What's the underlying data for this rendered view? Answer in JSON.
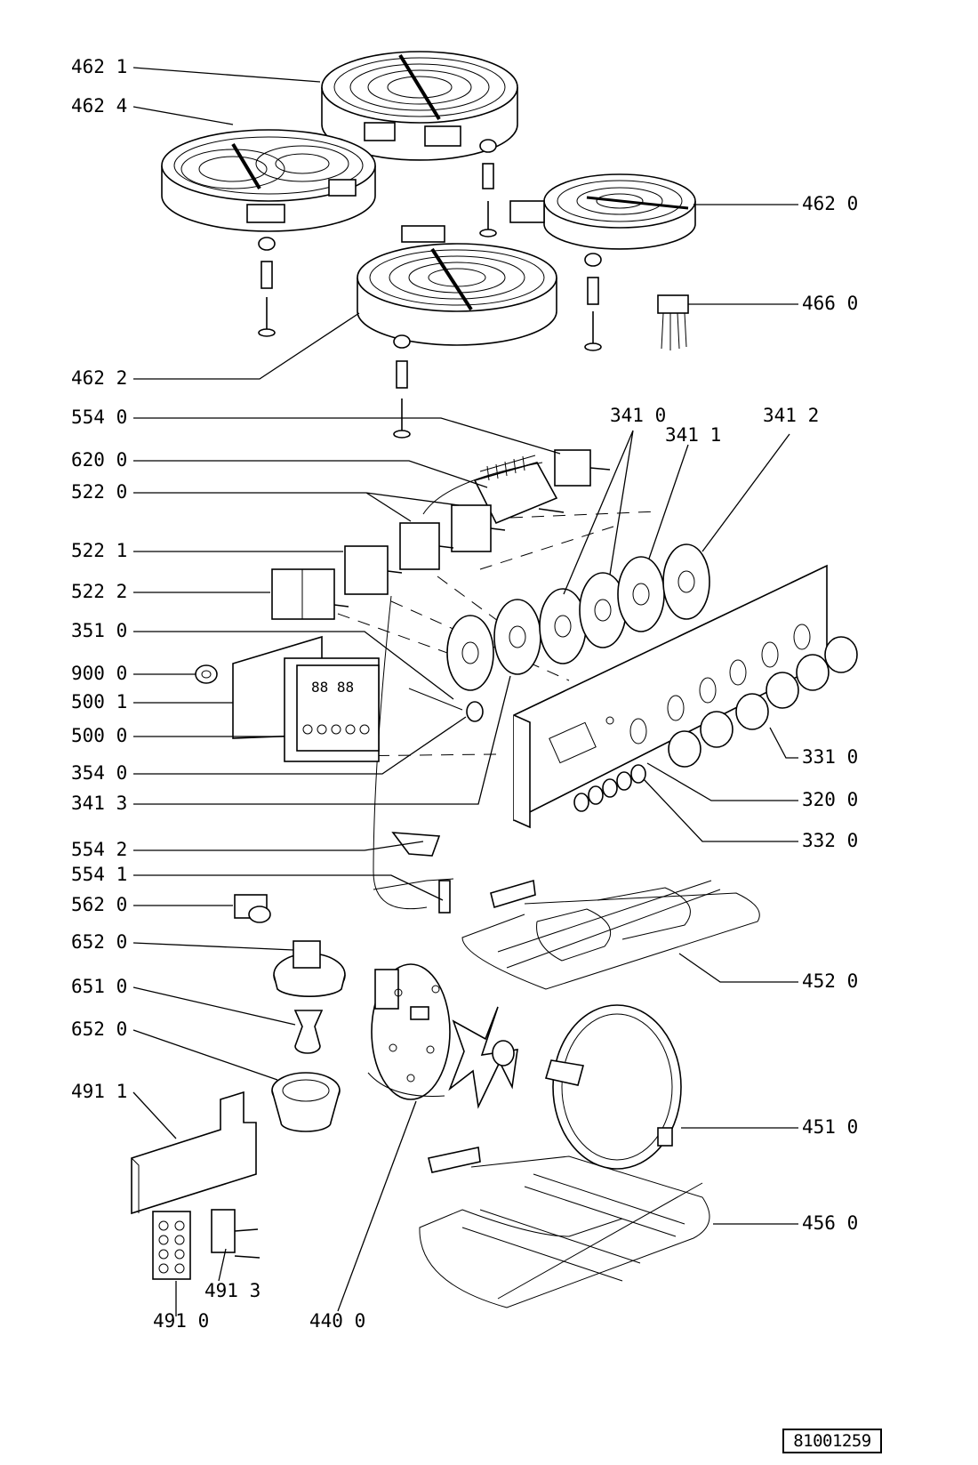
{
  "labels": {
    "l_4621": "462 1",
    "l_4624": "462 4",
    "l_4620": "462 0",
    "l_4660": "466 0",
    "l_4622": "462 2",
    "l_5540": "554 0",
    "l_6200": "620 0",
    "l_5220": "522 0",
    "l_5221": "522 1",
    "l_5222": "522 2",
    "l_3510": "351 0",
    "l_9000": "900 0",
    "l_5001": "500 1",
    "l_5000": "500 0",
    "l_3540": "354 0",
    "l_3413": "341 3",
    "l_3410": "341 0",
    "l_3411": "341 1",
    "l_3412": "341 2",
    "l_3310": "331 0",
    "l_3200": "320 0",
    "l_3320": "332 0",
    "l_5542": "554 2",
    "l_5541": "554 1",
    "l_5620": "562 0",
    "l_6520a": "652 0",
    "l_6510": "651 0",
    "l_6520b": "652 0",
    "l_4911": "491 1",
    "l_4913": "491 3",
    "l_4910": "491 0",
    "l_4400": "440 0",
    "l_4520": "452 0",
    "l_4510": "451 0",
    "l_4560": "456 0"
  },
  "timer_display": "88 88",
  "document_number": "81001259"
}
